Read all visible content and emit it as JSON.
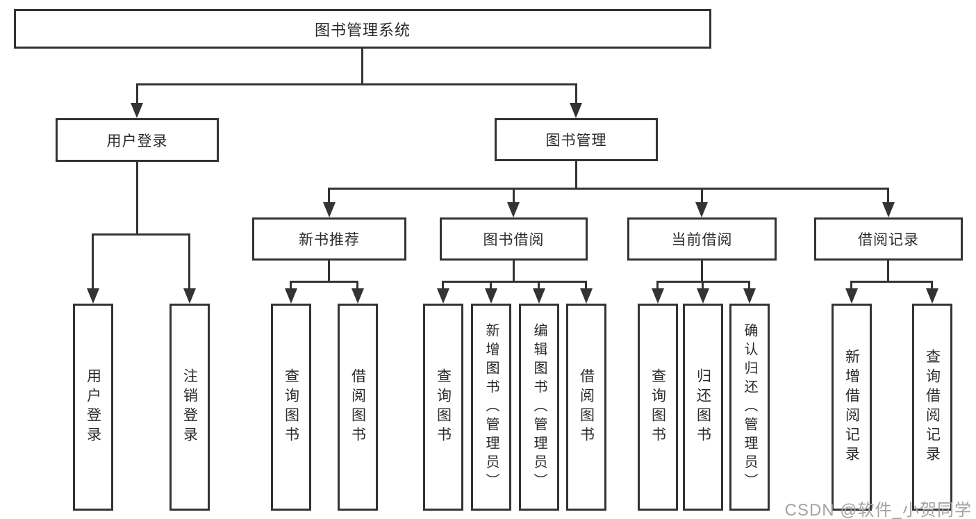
{
  "tree": {
    "root": {
      "label": "图书管理系统"
    },
    "branches": [
      {
        "label": "用户登录",
        "children": [
          {
            "label": "用户登录"
          },
          {
            "label": "注销登录"
          }
        ]
      },
      {
        "label": "图书管理",
        "children": [
          {
            "label": "新书推荐",
            "children": [
              {
                "label": "查询图书"
              },
              {
                "label": "借阅图书"
              }
            ]
          },
          {
            "label": "图书借阅",
            "children": [
              {
                "label": "查询图书"
              },
              {
                "label": "新增图书（管理员）"
              },
              {
                "label": "编辑图书（管理员）"
              },
              {
                "label": "借阅图书"
              }
            ]
          },
          {
            "label": "当前借阅",
            "children": [
              {
                "label": "查询图书"
              },
              {
                "label": "归还图书"
              },
              {
                "label": "确认归还（管理员）"
              }
            ]
          },
          {
            "label": "借阅记录",
            "children": [
              {
                "label": "新增借阅记录"
              },
              {
                "label": "查询借阅记录"
              }
            ]
          }
        ]
      }
    ]
  },
  "watermark": "CSDN @软件_小贺同学",
  "colors": {
    "line": "#333333",
    "text": "#2b2b2b",
    "watermark": "#a3a3a3",
    "background": "#ffffff"
  }
}
